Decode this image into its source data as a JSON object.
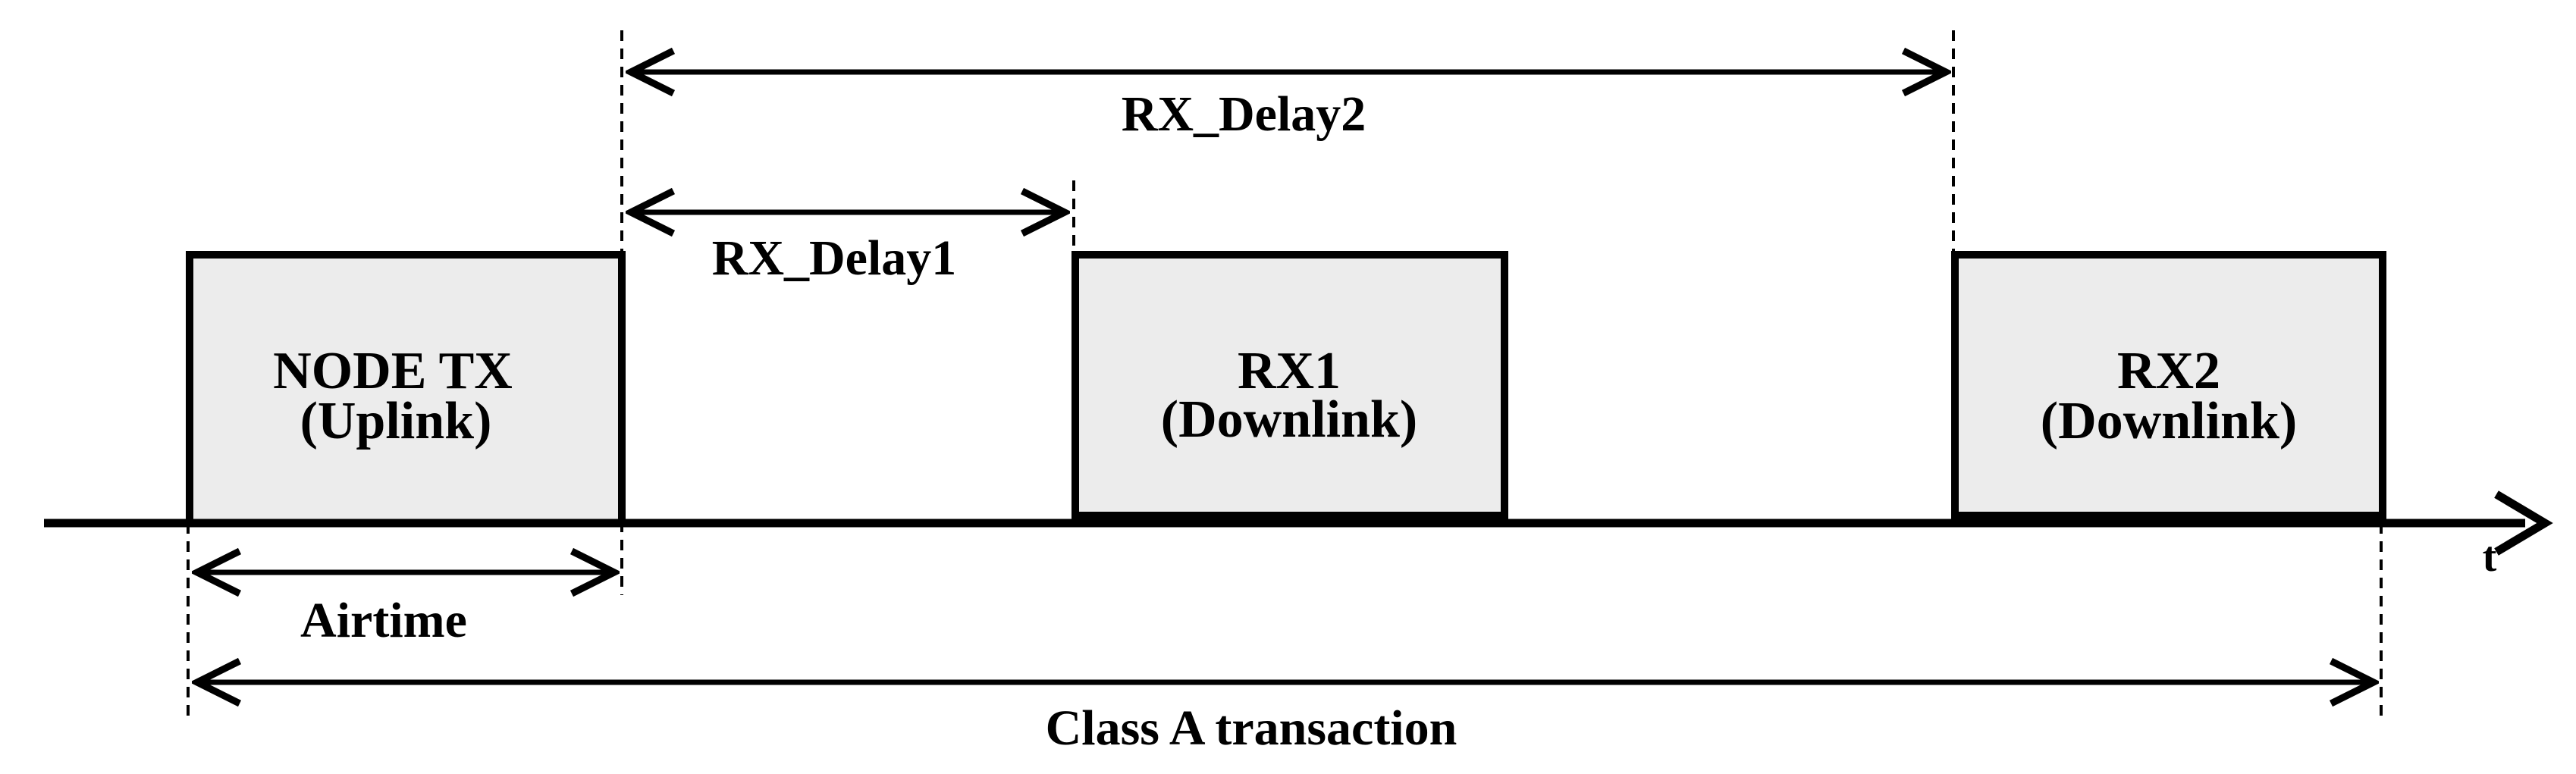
{
  "diagram": {
    "boxes": {
      "node_tx": {
        "line1": "NODE TX",
        "line2": "(Uplink)"
      },
      "rx1": {
        "line1": "RX1",
        "line2": "(Downlink)"
      },
      "rx2": {
        "line1": "RX2",
        "line2": "(Downlink)"
      }
    },
    "labels": {
      "rx_delay2": "RX_Delay2",
      "rx_delay1": "RX_Delay1",
      "airtime": "Airtime",
      "class_a": "Class A transaction",
      "time_axis": "t"
    },
    "colors": {
      "box_fill": "#ececec",
      "stroke": "#000000",
      "background": "#ffffff"
    }
  }
}
